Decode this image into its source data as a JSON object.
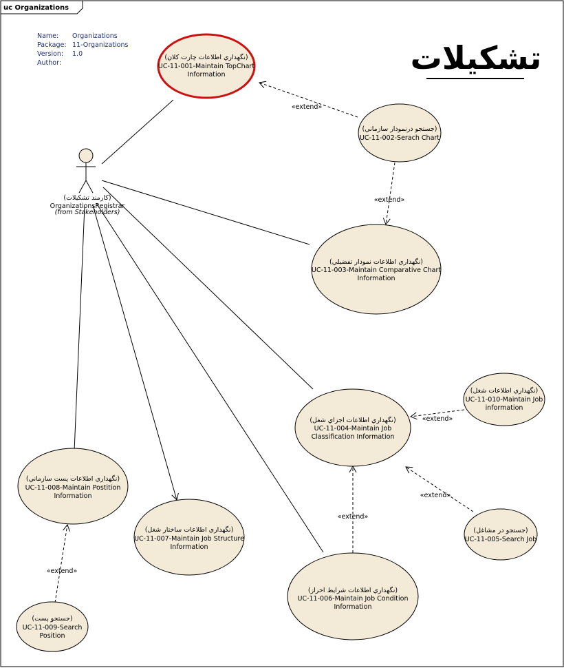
{
  "frame": {
    "tab_label": "uc Organizations"
  },
  "meta": {
    "rows": [
      {
        "key": "Name:",
        "value": "Organizations"
      },
      {
        "key": "Package:",
        "value": "11-Organizations"
      },
      {
        "key": "Version:",
        "value": "1.0"
      },
      {
        "key": "Author:",
        "value": ""
      }
    ]
  },
  "title": "تشکیلات",
  "actor": {
    "name_fa": "(کارمند تشکیلات)",
    "name": "OrganizationsRegistrar",
    "from": "(from Stakeholders)"
  },
  "stereotype": "«extend»",
  "use_cases": [
    {
      "id": "uc001",
      "lines": [
        "(نگهداري اطلاعات چارت کلان)",
        "UC-11-001-Maintain TopChart",
        "Information"
      ],
      "selected": true
    },
    {
      "id": "uc002",
      "lines": [
        "(جستجو درنمودار سازماني)",
        "UC-11-002-Serach Chart"
      ],
      "selected": false
    },
    {
      "id": "uc003",
      "lines": [
        "(نگهداري اطلاعات نمودار تفضيلي)",
        "UC-11-003-Maintain Comparative Chart",
        "Information"
      ],
      "selected": false
    },
    {
      "id": "uc004",
      "lines": [
        "(نگهداري اطلاعات  اجزاي شغل)",
        "UC-11-004-Maintain Job",
        "Classification Information"
      ],
      "selected": false
    },
    {
      "id": "uc010",
      "lines": [
        "(نگهداري اطلاعات شغل)",
        "UC-11-010-Maintain Job",
        "information"
      ],
      "selected": false
    },
    {
      "id": "uc005",
      "lines": [
        "(جستجو در مشاغل)",
        "UC-11-005-Search Job"
      ],
      "selected": false
    },
    {
      "id": "uc006",
      "lines": [
        "(نگهداري اطلاعات شرايط احراز)",
        "UC-11-006-Maintain Job Condition",
        "Information"
      ],
      "selected": false
    },
    {
      "id": "uc007",
      "lines": [
        "(نگهداري اطلاعات ساختار شغل)",
        "UC-11-007-Maintain Job Structure",
        "Information"
      ],
      "selected": false
    },
    {
      "id": "uc008",
      "lines": [
        "(نگهداري اطلاعات پست سازماني)",
        "UC-11-008-Maintain Postition",
        "Information"
      ],
      "selected": false
    },
    {
      "id": "uc009",
      "lines": [
        "(جستجو پست)",
        "UC-11-009-Search",
        "Position"
      ],
      "selected": false
    }
  ],
  "colors": {
    "usecase_fill": "#f3ead8",
    "usecase_stroke": "#000000",
    "selected_stroke": "#cc1111",
    "meta_text": "#1f2f7a"
  }
}
